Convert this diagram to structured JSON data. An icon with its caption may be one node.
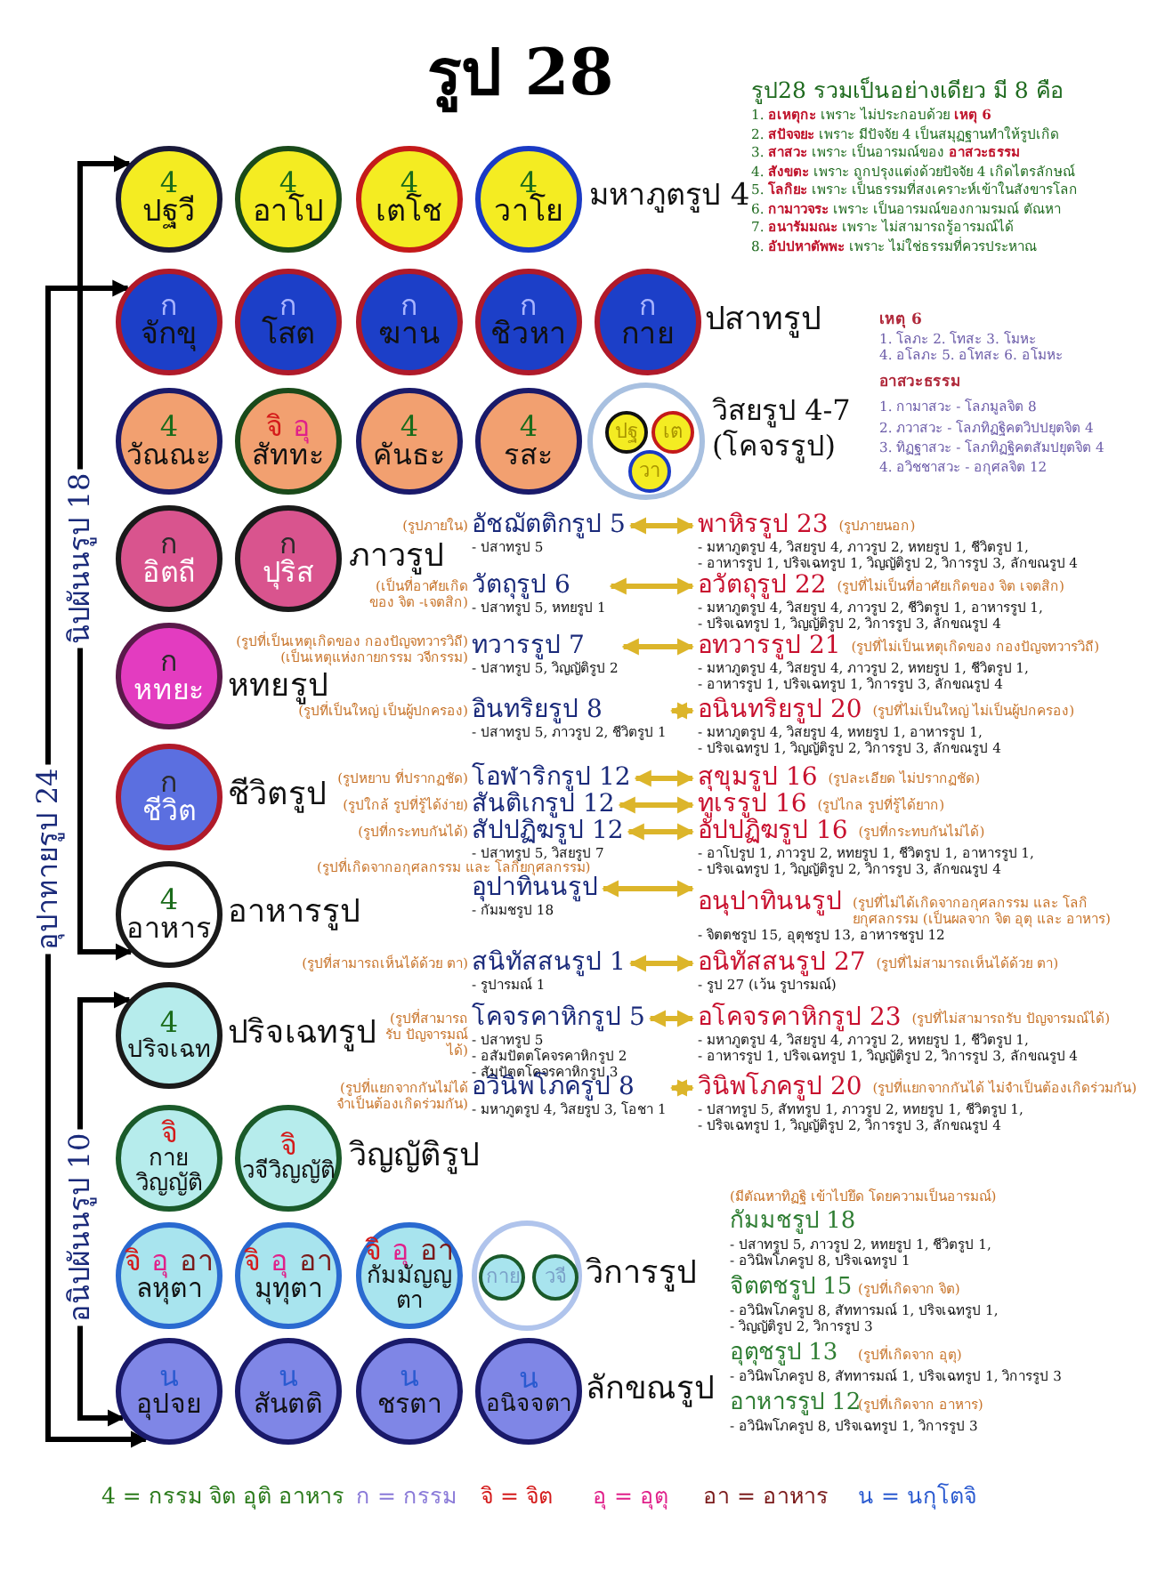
{
  "diagram": {
    "title": "รูป 28",
    "nodes": [
      {
        "text": [
          "4",
          "ปฐวี"
        ]
      },
      {
        "text": [
          "4",
          "อาโป"
        ]
      },
      {
        "text": [
          "4",
          "เตโช"
        ]
      },
      {
        "text": [
          "4",
          "วาโย"
        ]
      },
      {
        "text": [
          "ก",
          "จักขุ"
        ]
      },
      {
        "text": [
          "ก",
          "โสต"
        ]
      },
      {
        "text": [
          "ก",
          "ฆาน"
        ]
      },
      {
        "text": [
          "ก",
          "ชิวหา"
        ]
      },
      {
        "text": [
          "ก",
          "กาย"
        ]
      },
      {
        "text": [
          "4",
          "วัณณะ"
        ]
      },
      {
        "text": [
          "จิ",
          "อุ",
          "สัททะ"
        ]
      },
      {
        "text": [
          "4",
          "คันธะ"
        ]
      },
      {
        "text": [
          "4",
          "รสะ"
        ]
      },
      {
        "text": [],
        "shape": "circle"
      },
      {
        "text": [
          "ปฐ"
        ],
        "in": 13
      },
      {
        "text": [
          "เต"
        ],
        "in": 13
      },
      {
        "text": [
          "วา"
        ],
        "in": 13
      },
      {
        "text": [
          "ก",
          "อิตถี"
        ]
      },
      {
        "text": [
          "ก",
          "ปุริส"
        ]
      },
      {
        "text": [
          "ก",
          "หทยะ"
        ]
      },
      {
        "text": [
          "ก",
          "ชีวิต"
        ]
      },
      {
        "text": [
          "4",
          "อาหาร"
        ]
      },
      {
        "text": [
          "4",
          "ปริจเฉท"
        ]
      },
      {
        "text": [
          "จิ",
          "กายวิญญัติ"
        ]
      },
      {
        "text": [
          "จิ",
          "วจีวิญญัติ"
        ]
      },
      {
        "text": [
          "จิ",
          "อุ",
          "อา",
          "ลหุตา"
        ]
      },
      {
        "text": [
          "จิ",
          "อุ",
          "อา",
          "มุทุตา"
        ]
      },
      {
        "text": [
          "จิ",
          "อุ",
          "อา",
          "กัมมัญญตา"
        ]
      },
      {
        "text": [],
        "shape": "circle"
      },
      {
        "text": [
          "กาย"
        ],
        "in": 28
      },
      {
        "text": [
          "วจี"
        ],
        "in": 28
      },
      {
        "text": [
          "น",
          "อุปจย"
        ]
      },
      {
        "text": [
          "น",
          "สันตติ"
        ]
      },
      {
        "text": [
          "น",
          "ชรตา"
        ]
      },
      {
        "text": [
          "น",
          "อนิจจตา"
        ]
      },
      {
        "text": [
          "นิปผันนรูป 18"
        ]
      },
      {
        "text": [
          "อุปาทายรูป 24"
        ]
      },
      {
        "text": [
          "อนิปผันนรูป 10"
        ]
      },
      {
        "text": [
          "อัชฌัตติกรูป 5",
          "- ปสาทรูป 5"
        ],
        "beside": [
          "(รูปภายใน)"
        ]
      },
      {
        "text": [
          "พาหิรรูป 23",
          "- มหาภูตรูป 4, วิสยรูป 4, ภาวรูป 2, หทยรูป 1, ชีวิตรูป 1,",
          "- อาหารรูป 1, ปริจเฉทรูป 1, วิญญัติรูป 2, วิการรูป 3, ลักขณรูป 4"
        ],
        "beside": [
          "(รูปภายนอก)"
        ]
      },
      {
        "text": [
          "วัตถุรูป 6",
          "- ปสาทรูป 5, หทยรูป 1"
        ],
        "beside": [
          "(เป็นที่อาศัยเกิด ของ จิต -เจตสิก)"
        ]
      },
      {
        "text": [
          "อวัตถุรูป 22",
          "- มหาภูตรูป 4, วิสยรูป 4, ภาวรูป 2, ชีวิตรูป 1, อาหารรูป 1,",
          "- ปริจเฉทรูป 1, วิญญัติรูป 2, วิการรูป 3, ลักขณรูป 4"
        ],
        "beside": [
          "(รูปที่ไม่เป็นที่อาศัยเกิดของ จิต เจตสิก)"
        ]
      },
      {
        "text": [
          "ทวารรูป 7",
          "- ปสาทรูป 5, วิญญัติรูป 2"
        ],
        "beside": [
          "(รูปที่เป็นเหตุเกิดของ กองปัญจทวารวิถี) (เป็นเหตุแห่งกายกรรม วจีกรรม)"
        ]
      },
      {
        "text": [
          "อทวารรูป 21",
          "- มหาภูตรูป 4, วิสยรูป 4, ภาวรูป 2, หทยรูป 1, ชีวิตรูป 1,",
          "- อาหารรูป 1, ปริจเฉทรูป 1, วิการรูป 3, ลักขณรูป 4"
        ],
        "beside": [
          "(รูปที่ไม่เป็นเหตุเกิดของ กองปัญจทวารวิถี)"
        ]
      },
      {
        "text": [
          "อินทริยรูป 8",
          "- ปสาทรูป 5, ภาวรูป 2, ชีวิตรูป 1"
        ],
        "beside": [
          "(รูปที่เป็นใหญ่ เป็นผู้ปกครอง)"
        ]
      },
      {
        "text": [
          "อนินทริยรูป 20",
          "- มหาภูตรูป 4, วิสยรูป 4, หทยรูป 1, อาหารรูป 1,",
          "- ปริจเฉทรูป 1, วิญญัติรูป 2, วิการรูป 3, ลักขณรูป 4"
        ],
        "beside": [
          "(รูปที่ไม่เป็นใหญ่ ไม่เป็นผู้ปกครอง)"
        ]
      },
      {
        "text": [
          "โอฬาริกรูป 12"
        ],
        "beside": [
          "(รูปหยาบ ที่ปรากฏชัด)"
        ]
      },
      {
        "text": [
          "สุขุมรูป 16"
        ],
        "beside": [
          "(รูปละเอียด ไม่ปรากฏชัด)"
        ]
      },
      {
        "text": [
          "สันติเกรูป 12"
        ],
        "beside": [
          "(รูปใกล้ รูปที่รู้ได้ง่าย)"
        ]
      },
      {
        "text": [
          "ทูเรรูป 16"
        ],
        "beside": [
          "(รูปไกล รูปที่รู้ได้ยาก)"
        ]
      },
      {
        "text": [
          "สัปปฏิฆรูป 12",
          "- ปสาทรูป 5, วิสยรูป 7"
        ],
        "beside": [
          "(รูปที่กระทบกันได้)"
        ]
      },
      {
        "text": [
          "อัปปฏิฆรูป 16",
          "- อาโปรูป 1, ภาวรูป 2, หทยรูป 1, ชีวิตรูป 1, อาหารรูป 1,",
          "- ปริจเฉทรูป 1, วิญญัติรูป 2, วิการรูป 3, ลักขณรูป 4"
        ],
        "beside": [
          "(รูปที่กระทบกันไม่ได้)"
        ]
      },
      {
        "text": [
          "อุปาทินนรูป",
          "- กัมมชรูป 18"
        ],
        "beside": [
          "(รูปที่เกิดจากอกุศลกรรม และ โลกิยกุศลกรรม)"
        ]
      },
      {
        "text": [
          "อนุปาทินนรูป",
          "- จิตตชรูป 15, อุตุชรูป 13, อาหารชรูป 12"
        ],
        "beside": [
          "(รูปที่ไม่ได้เกิดจากอกุศลกรรม และ โลกิยกุศลกรรม (เป็นผลจาก จิต อุตุ และ อาหาร)"
        ]
      },
      {
        "text": [
          "สนิทัสสนรูป 1",
          "- รูปารมณ์ 1"
        ],
        "beside": [
          "(รูปที่สามารถเห็นได้ด้วย ตา)"
        ]
      },
      {
        "text": [
          "อนิทัสสนรูป 27",
          "- รูป 27 (เว้น รูปารมณ์)"
        ],
        "beside": [
          "(รูปที่ไม่สามารถเห็นได้ด้วย ตา)"
        ]
      },
      {
        "text": [
          "โคจรคาหิกรูป 5",
          "- ปสาทรูป 5",
          "- อสัมปัตตโคจรคาหิกรูป 2",
          "- สัมปัตตโคจรคาหิกรูป 3"
        ],
        "beside": [
          "(รูปที่สามารถรับ ปัญจารมณ์ได้)"
        ]
      },
      {
        "text": [
          "อโคจรคาหิกรูป 23",
          "- มหาภูตรูป 4, วิสยรูป 4, ภาวรูป 2, หทยรูป 1, ชีวิตรูป 1,",
          "- อาหารรูป 1, ปริจเฉทรูป 1, วิญญัติรูป 2, วิการรูป 3, ลักขณรูป 4"
        ],
        "beside": [
          "(รูปที่ไม่สามารถรับ ปัญจารมณ์ได้)"
        ]
      },
      {
        "text": [
          "อวินิพโภครูป 8",
          "- มหาภูตรูป 4, วิสยรูป 3, โอชา 1"
        ],
        "beside": [
          "(รูปที่แยกจากกันไม่ได้ จำเป็นต้องเกิดร่วมกัน)"
        ]
      },
      {
        "text": [
          "วินิพโภครูป 20",
          "- ปสาทรูป 5, สัททรูป 1, ภาวรูป 2, หทยรูป 1, ชีวิตรูป 1,",
          "- ปริจเฉทรูป 1, วิญญัติรูป 2, วิการรูป 3, ลักขณรูป 4"
        ],
        "beside": [
          "(รูปที่แยกจากกันได้ ไม่จำเป็นต้องเกิดร่วมกัน)"
        ]
      }
    ],
    "edges": [
      {
        "from": 35,
        "to": 0,
        "arrow": "to",
        "color": "#000000"
      },
      {
        "from": 35,
        "to": 21,
        "arrow": "to",
        "color": "#000000"
      },
      {
        "from": 36,
        "to": 4,
        "arrow": "to",
        "color": "#000000"
      },
      {
        "from": 36,
        "to": 31,
        "arrow": "to",
        "color": "#000000"
      },
      {
        "from": 37,
        "to": 22,
        "arrow": "to",
        "color": "#000000"
      },
      {
        "from": 37,
        "to": 31,
        "arrow": "to",
        "color": "#000000"
      },
      {
        "from": 38,
        "to": 39,
        "arrow": "both"
      },
      {
        "from": 40,
        "to": 41,
        "arrow": "both"
      },
      {
        "from": 42,
        "to": 43,
        "arrow": "both"
      },
      {
        "from": 44,
        "to": 45,
        "arrow": "both"
      },
      {
        "from": 46,
        "to": 47,
        "arrow": "both"
      },
      {
        "from": 48,
        "to": 49,
        "arrow": "both"
      },
      {
        "from": 50,
        "to": 51,
        "arrow": "both"
      },
      {
        "from": 52,
        "to": 53,
        "arrow": "both"
      },
      {
        "from": 54,
        "to": 55,
        "arrow": "both"
      },
      {
        "from": 56,
        "to": 57,
        "arrow": "both"
      },
      {
        "from": 58,
        "to": 59,
        "arrow": "both"
      }
    ],
    "labels": [
      "รูป28 รวมเป็นอย่างเดียว มี 8 คือ",
      "1. **อเหตุกะ** เพราะ ไม่ประกอบด้วย **เหตุ 6**",
      "2. **สปัจจยะ** เพราะ มีปัจจัย 4 เป็นสมุฏฐานทำให้รูปเกิด",
      "3. **สาสวะ** เพราะ เป็นอารมณ์ของ **อาสวะธรรม**",
      "4. **สังขตะ** เพราะ ถูกปรุงแต่งด้วยปัจจัย 4 เกิดไตรลักษณ์",
      "5. **โลกิยะ** เพราะ เป็นธรรมที่สงเคราะห์เข้าในสังขารโลก",
      "6. **กามาวจระ** เพราะ เป็นอารมณ์ของกามรมณ์ ตัณหา",
      "7. **อนารัมมณะ** เพราะ ไม่สามารถรู้อารมณ์ได้",
      "8. **อัปปหาตัพพะ** เพราะ ไม่ใช่ธรรมที่ควรประหาณ",
      "เหตุ 6",
      "1. โลภะ 2. โทสะ 3. โมหะ",
      "4. อโลภะ 5. อโทสะ 6. อโมหะ",
      "อาสวะธรรม",
      "1. กามาสวะ - โลภมูลจิต 8",
      "2. ภวาสวะ - โลภทิฏฐิคตวิปปยุตจิต 4",
      "3. ทิฏฐาสวะ - โลภทิฏฐิคตสัมปยุตจิต 4",
      "4. อวิชชาสวะ - อกุศลจิต 12",
      "มหาภูตรูป 4",
      "ปสาทรูป",
      "วิสยรูป 4-7",
      "(โคจรรูป)",
      "ภาวรูป",
      "หทยรูป",
      "ชีวิตรูป",
      "อาหารรูป",
      "ปริจเฉทรูป",
      "วิญญัติรูป",
      "วิการรูป",
      "ลักขณรูป",
      "(มีตัณหาทิฏฐิ เข้าไปยึด โดยความเป็นอารมณ์)",
      "กัมมชรูป 18",
      "- ปสาทรูป 5, ภาวรูป 2, หทยรูป 1, ชีวิตรูป 1,",
      "- อวินิพโภครูป 8, ปริจเฉทรูป 1",
      "จิตตชรูป 15",
      "(รูปที่เกิดจาก จิต)",
      "- อวินิพโภครูป 8, สัททารมณ์ 1, ปริจเฉทรูป 1,",
      "- วิญญัติรูป 2, วิการรูป 3",
      "อุตุชรูป 13",
      "(รูปที่เกิดจาก อุตุ)",
      "- อวินิพโภครูป 8, สัททารมณ์ 1, ปริจเฉทรูป 1, วิการรูป 3",
      "อาหารรูป 12",
      "(รูปที่เกิดจาก อาหาร)",
      "- อวินิพโภครูป 8, ปริจเฉทรูป 1, วิการรูป 3",
      "4 = กรรม จิต อุติ อาหาร",
      "ก = กรรม",
      "จิ = จิต",
      "อุ = อุตุ",
      "อา = อาหาร",
      "น = นกุโตจิ"
    ]
  }
}
